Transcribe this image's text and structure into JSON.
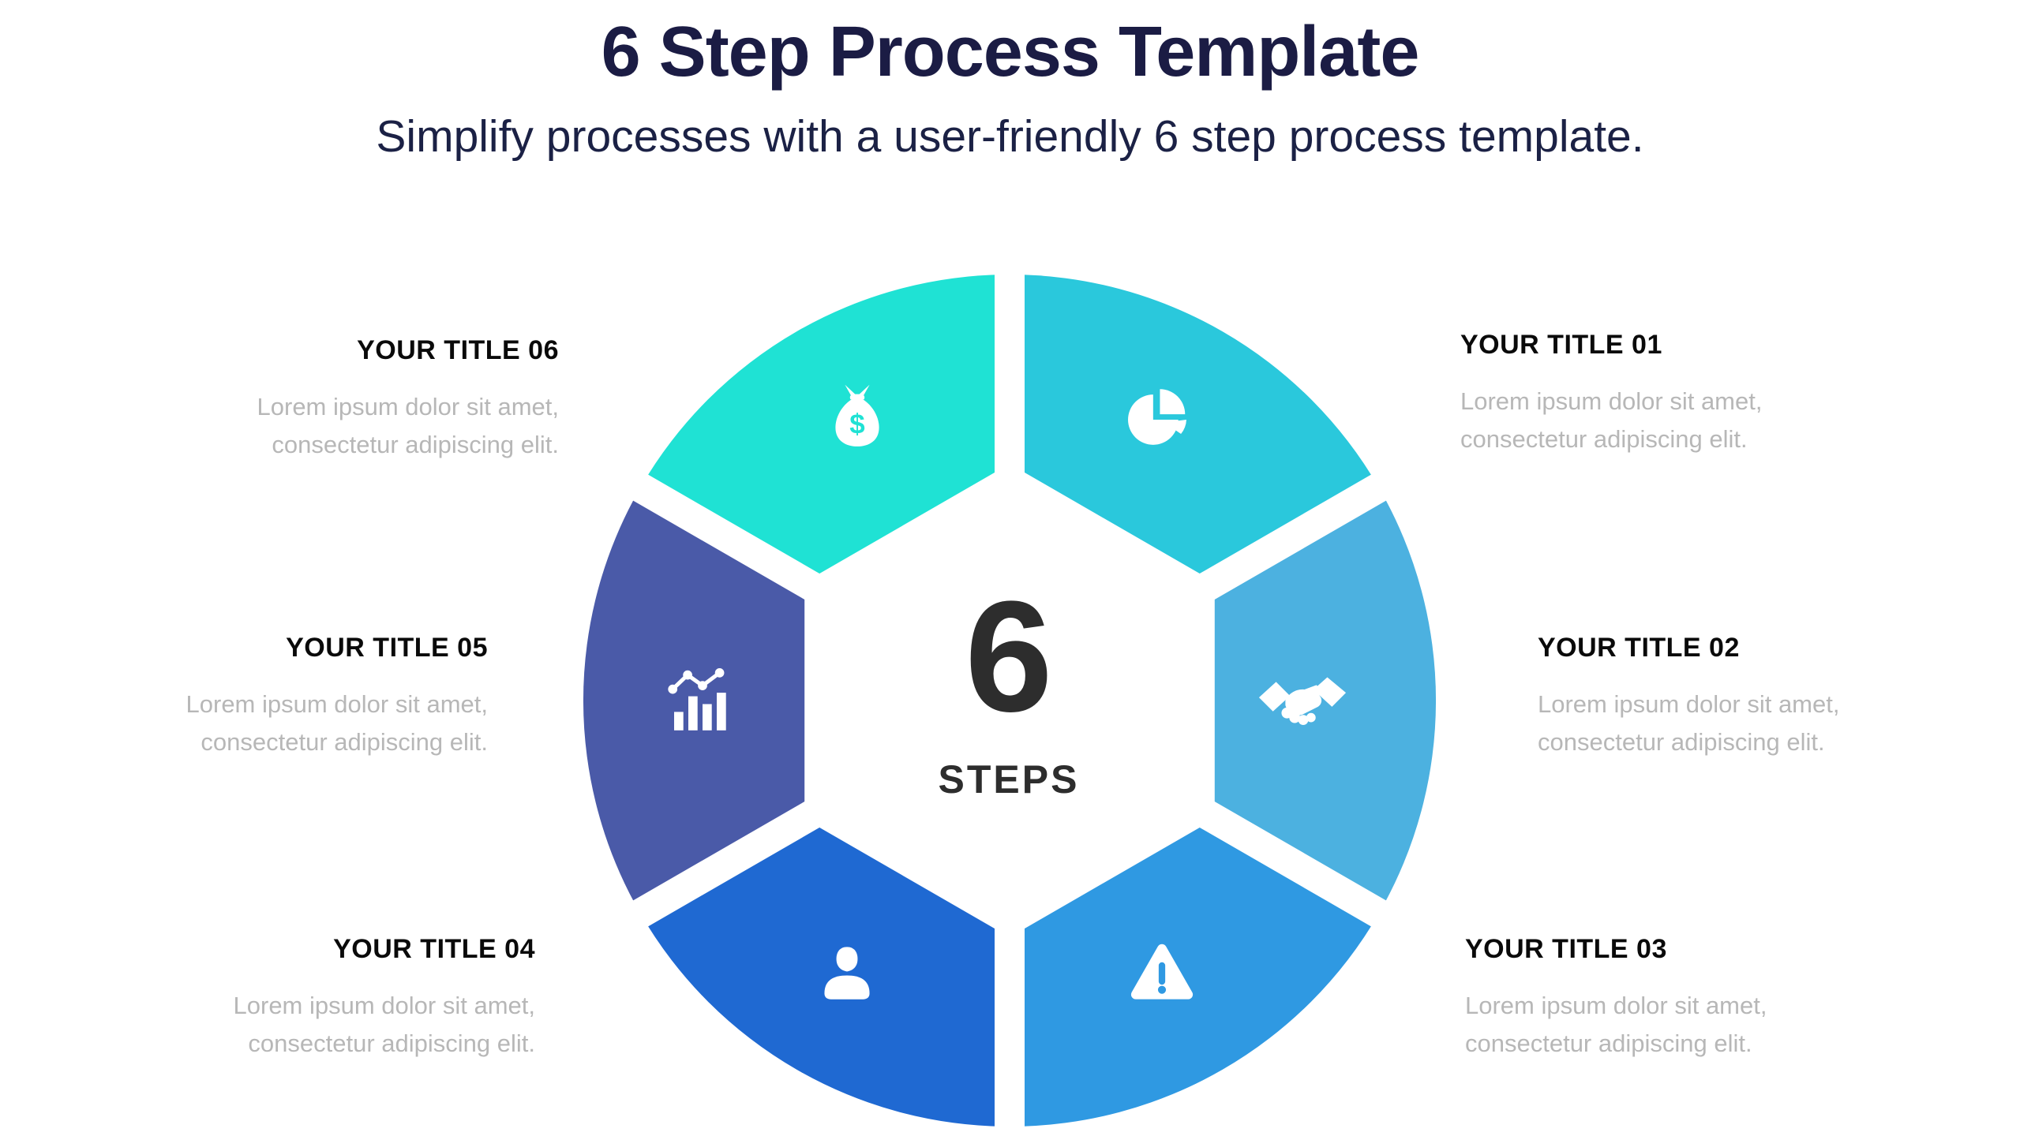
{
  "header": {
    "title": "6 Step Process Template",
    "subtitle": "Simplify processes with a user-friendly 6 step process template."
  },
  "center": {
    "number": "6",
    "label": "STEPS"
  },
  "steps": [
    {
      "num": "01",
      "title": "YOUR TITLE 01",
      "description": "Lorem ipsum dolor sit amet, consectetur adipiscing elit.",
      "color": "#2AC8DC",
      "icon": "pie-chart-icon"
    },
    {
      "num": "02",
      "title": "YOUR TITLE 02",
      "description": "Lorem ipsum dolor sit amet, consectetur adipiscing elit.",
      "color": "#4CB1E0",
      "icon": "handshake-icon"
    },
    {
      "num": "03",
      "title": "YOUR TITLE 03",
      "description": "Lorem ipsum dolor sit amet, consectetur adipiscing elit.",
      "color": "#2F99E2",
      "icon": "warning-icon"
    },
    {
      "num": "04",
      "title": "YOUR TITLE 04",
      "description": "Lorem ipsum dolor sit amet, consectetur adipiscing elit.",
      "color": "#1F69D2",
      "icon": "person-icon"
    },
    {
      "num": "05",
      "title": "YOUR TITLE 05",
      "description": "Lorem ipsum dolor sit amet, consectetur adipiscing elit.",
      "color": "#4A5AA8",
      "icon": "analytics-icon"
    },
    {
      "num": "06",
      "title": "YOUR TITLE 06",
      "description": "Lorem ipsum dolor sit amet, consectetur adipiscing elit.",
      "color": "#1FE2D4",
      "icon": "money-bag-icon",
      "icon_glyph": "$"
    }
  ],
  "colors": {
    "heading": "#1B1C44",
    "step_title": "#0A0A0A",
    "description": "#B7B7B7",
    "center_text": "#2D2D2D",
    "icon": "#FFFFFF",
    "gap": "#FFFFFF"
  }
}
